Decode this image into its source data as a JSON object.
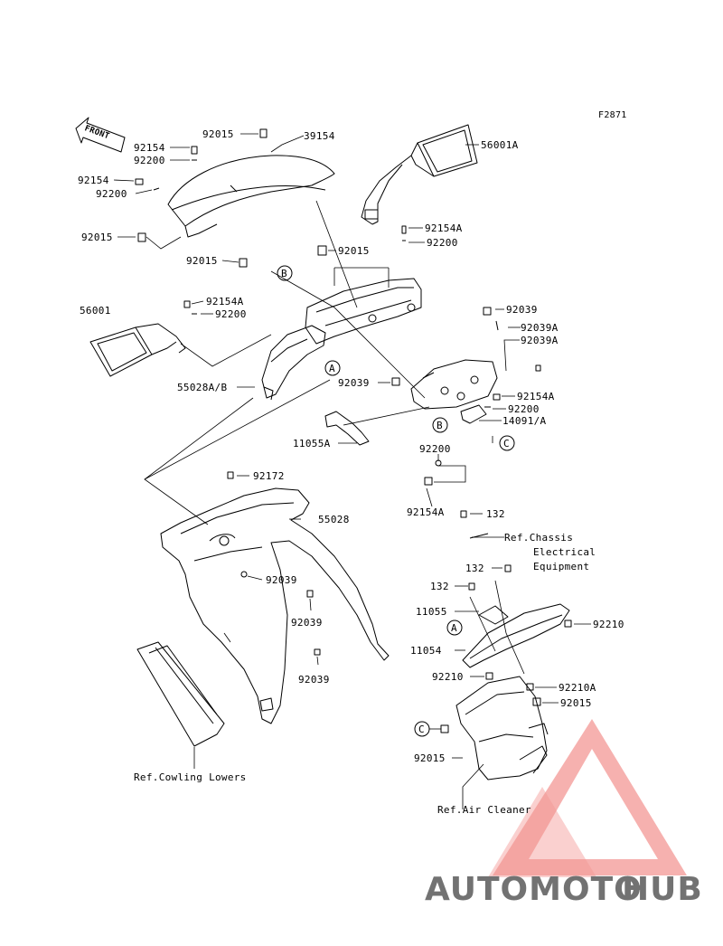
{
  "figure_id": "F2871",
  "front_label": "FRONT",
  "labels": {
    "l39154": "39154",
    "l92015a": "92015",
    "l92154a": "92154",
    "l92200a": "92200",
    "l92154b": "92154",
    "l92200b": "92200",
    "l92015b": "92015",
    "l92015c": "92015",
    "l56001A": "56001A",
    "l92154A1": "92154A",
    "l92200c": "92200",
    "l92015d": "92015",
    "l92154A2": "92154A",
    "l92200d": "92200",
    "l56001": "56001",
    "l55028AB": "55028A/B",
    "l92039a": "92039",
    "l92039A1": "92039A",
    "l92039A2": "92039A",
    "l92039b": "92039",
    "l92154A3": "92154A",
    "l92200e": "92200",
    "l14091A": "14091/A",
    "l11055A": "11055A",
    "l92200f": "92200",
    "l92154A4": "92154A",
    "l92172": "92172",
    "l55028": "55028",
    "l92039c": "92039",
    "l92039d": "92039",
    "l92039e": "92039",
    "l132a": "132",
    "l132b": "132",
    "l132c": "132",
    "l11055": "11055",
    "l11054": "11054",
    "l92210a": "92210",
    "l92210b": "92210",
    "l92210A": "92210A",
    "l92015e": "92015",
    "l92015f": "92015"
  },
  "references": {
    "chassis_1": "Ref.Chassis",
    "chassis_2": "Electrical",
    "chassis_3": "Equipment",
    "cowling": "Ref.Cowling Lowers",
    "air_cleaner": "Ref.Air Cleaner"
  },
  "callouts": {
    "A": "A",
    "B": "B",
    "C": "C"
  },
  "watermark": {
    "part1": "AUTOMOTO",
    "part2": "HUB",
    "color1": "#f6a623",
    "color2": "#555555",
    "triangle_color": "#e8423c"
  }
}
